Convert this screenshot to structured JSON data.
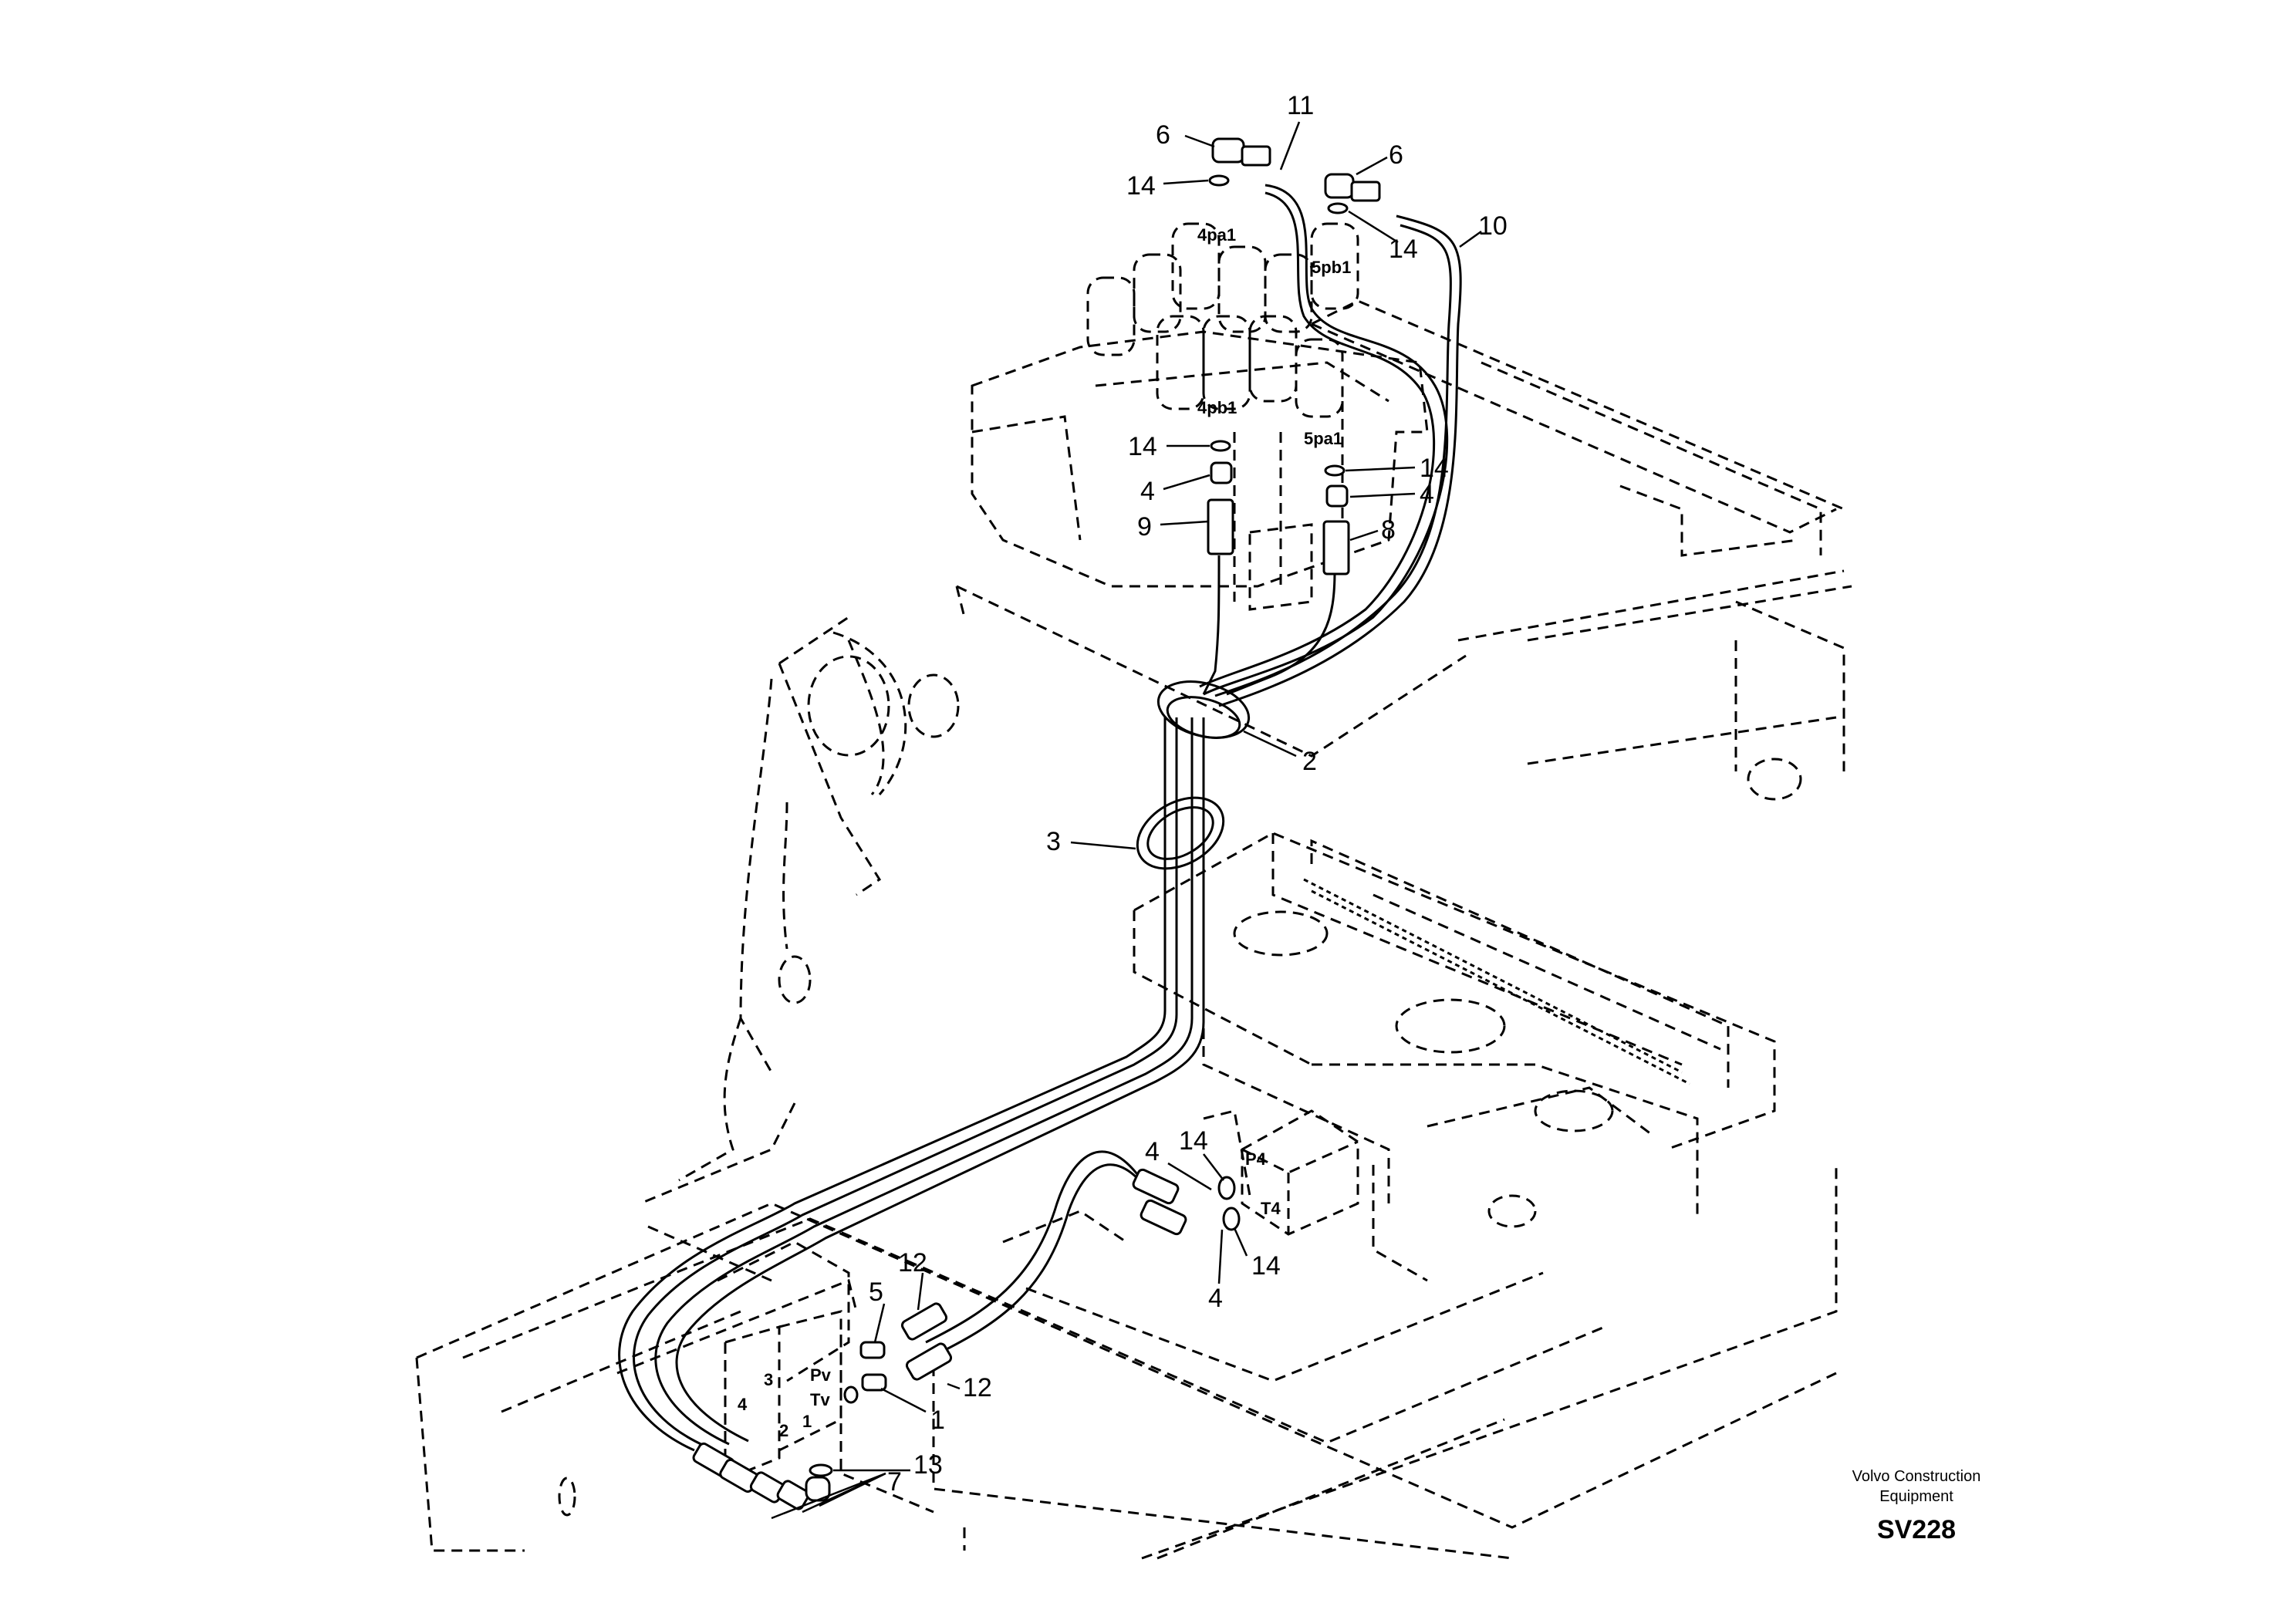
{
  "callouts": [
    {
      "id": "c11",
      "label": "11"
    },
    {
      "id": "c6a",
      "label": "6"
    },
    {
      "id": "c6b",
      "label": "6"
    },
    {
      "id": "c14a",
      "label": "14"
    },
    {
      "id": "c14b",
      "label": "14"
    },
    {
      "id": "c10",
      "label": "10"
    },
    {
      "id": "c14c",
      "label": "14"
    },
    {
      "id": "c14d",
      "label": "14"
    },
    {
      "id": "c4a",
      "label": "4"
    },
    {
      "id": "c4b",
      "label": "4"
    },
    {
      "id": "c9",
      "label": "9"
    },
    {
      "id": "c8",
      "label": "8"
    },
    {
      "id": "c2",
      "label": "2"
    },
    {
      "id": "c3",
      "label": "3"
    },
    {
      "id": "c14e",
      "label": "14"
    },
    {
      "id": "c4c",
      "label": "4"
    },
    {
      "id": "c14f",
      "label": "14"
    },
    {
      "id": "c4d",
      "label": "4"
    },
    {
      "id": "c12a",
      "label": "12"
    },
    {
      "id": "c5",
      "label": "5"
    },
    {
      "id": "c12b",
      "label": "12"
    },
    {
      "id": "c1",
      "label": "1"
    },
    {
      "id": "c13",
      "label": "13"
    },
    {
      "id": "c7",
      "label": "7"
    }
  ],
  "port_labels": {
    "p4pa1": "4pa1",
    "p5pb1": "5pb1",
    "p4pb1": "4pb1",
    "p5pa1": "5pa1",
    "pP4": "P4",
    "pT4": "T4",
    "pPv": "Pv",
    "pTv": "Tv",
    "p3": "3",
    "p4": "4",
    "p2": "2",
    "p1": "1"
  },
  "credit": {
    "company_line1": "Volvo Construction",
    "company_line2": "Equipment",
    "code": "SV228"
  }
}
